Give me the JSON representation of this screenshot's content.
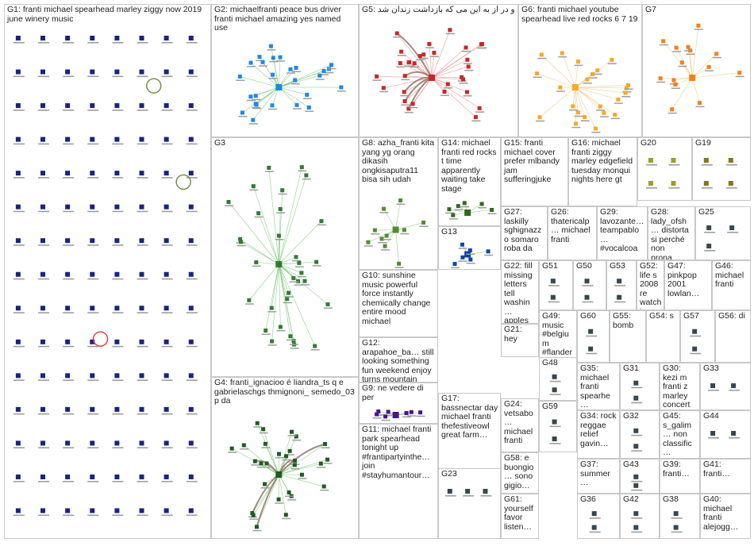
{
  "colors": {
    "G1": "#1a237e",
    "G2": "#1e88e5",
    "G3": "#2e7d32",
    "G4": "#1b5e20",
    "G5": "#c62828",
    "G6": "#f9a825",
    "G7": "#f57f17",
    "G8": "#558b2f",
    "G9": "#4a148c",
    "G10": "#283593",
    "G11": "#1565c0",
    "G12": "#6a1b9a",
    "G13": "#0d47a1",
    "G14": "#33691e",
    "G15": "#1a237e",
    "G16": "#ad1457",
    "G17": "#2e7d32",
    "G18": "#6a1b9a",
    "G19": "#827717",
    "G20": "#9e9d24",
    "edge_green": "#6abf69",
    "edge_brown": "#8d6e63",
    "edge_red": "#e57373",
    "border": "#c8c8c8"
  },
  "groups": [
    {
      "id": "G1",
      "title": "G1: franti michael spearhead marley ziggy now 2019 june winery music",
      "layout": "grid",
      "nodes": 120,
      "icon": "twitter-avatar-icon"
    },
    {
      "id": "G2",
      "title": "G2: michaelfranti peace bus driver franti michael amazing yes named use",
      "layout": "hub",
      "nodes": 26
    },
    {
      "id": "G5",
      "title": "G5: و در از به این می که بازداشت زندان شد",
      "layout": "hub",
      "nodes": 30
    },
    {
      "id": "G6",
      "title": "G6: franti michael youtube spearhead live red rocks 6 7 19",
      "layout": "hub",
      "nodes": 22
    },
    {
      "id": "G7",
      "title": "G7",
      "layout": "hub",
      "nodes": 14
    },
    {
      "id": "G3",
      "title": "G3",
      "layout": "hub",
      "nodes": 32
    },
    {
      "id": "G8",
      "title": "G8: azha_franti kita yang yg orang dikasih ongkisaputra11 bisa sih udah",
      "layout": "hub",
      "nodes": 10
    },
    {
      "id": "G14",
      "title": "G14: michael franti red rocks t time apparently waiting take stage",
      "layout": "hub",
      "nodes": 6
    },
    {
      "id": "G15",
      "title": "G15: franti michael cover prefer mlbandy jam sufferingjuke",
      "layout": "none",
      "nodes": 0
    },
    {
      "id": "G16",
      "title": "G16: michael franti ziggy marley edgefield tuesday monqui nights here gt",
      "layout": "none",
      "nodes": 0
    },
    {
      "id": "G20",
      "title": "G20",
      "layout": "grid",
      "nodes": 4
    },
    {
      "id": "G19",
      "title": "G19",
      "layout": "grid",
      "nodes": 4
    },
    {
      "id": "G13",
      "title": "G13",
      "layout": "hub",
      "nodes": 6
    },
    {
      "id": "G27",
      "title": "G27: laskilly sghignazzo somaro roba da",
      "layout": "none",
      "nodes": 0
    },
    {
      "id": "G26",
      "title": "G26: thatericalp… michael franti",
      "layout": "none",
      "nodes": 0
    },
    {
      "id": "G29",
      "title": "G29: lavozante… teampablo… #vocalcoa…",
      "layout": "none",
      "nodes": 0
    },
    {
      "id": "G28",
      "title": "G28: lady_ofsh… distorta si perché non prona…",
      "layout": "none",
      "nodes": 0
    },
    {
      "id": "G25",
      "title": "G25",
      "layout": "grid",
      "nodes": 3
    },
    {
      "id": "G10",
      "title": "G10: sunshine music powerful force instantly chemically change entire mood michael",
      "layout": "hub",
      "nodes": 4
    },
    {
      "id": "G22",
      "title": "G22: fill missing letters tell washin… apples…",
      "layout": "none",
      "nodes": 0
    },
    {
      "id": "G51",
      "title": "G51",
      "layout": "grid",
      "nodes": 2
    },
    {
      "id": "G50",
      "title": "G50",
      "layout": "grid",
      "nodes": 2
    },
    {
      "id": "G53",
      "title": "G53",
      "layout": "grid",
      "nodes": 2
    },
    {
      "id": "G52",
      "title": "G52: life s 2008 re watchi…",
      "layout": "none",
      "nodes": 0
    },
    {
      "id": "G47",
      "title": "G47: pinkpop 2001 lowlan…",
      "layout": "none",
      "nodes": 0
    },
    {
      "id": "G46",
      "title": "G46: michael franti",
      "layout": "none",
      "nodes": 0
    },
    {
      "id": "G12",
      "title": "G12: arapahoe_ba… still looking something fun weekend enjoy turns mountain during",
      "layout": "hub",
      "nodes": 3
    },
    {
      "id": "G21",
      "title": "G21: hey",
      "layout": "none",
      "nodes": 0
    },
    {
      "id": "G49",
      "title": "G49: music #belgium #flander…",
      "layout": "none",
      "nodes": 0
    },
    {
      "id": "G60",
      "title": "G60",
      "layout": "grid",
      "nodes": 2
    },
    {
      "id": "G55",
      "title": "G55: bomb",
      "layout": "none",
      "nodes": 0
    },
    {
      "id": "G54",
      "title": "G54: s",
      "layout": "none",
      "nodes": 0
    },
    {
      "id": "G57",
      "title": "G57",
      "layout": "grid",
      "nodes": 2
    },
    {
      "id": "G56",
      "title": "G56: di",
      "layout": "none",
      "nodes": 0
    },
    {
      "id": "G48",
      "title": "G48",
      "layout": "grid",
      "nodes": 2
    },
    {
      "id": "G9",
      "title": "G9: ne vedere di per",
      "layout": "hub",
      "nodes": 7
    },
    {
      "id": "G35",
      "title": "G35: michael franti spearhe…",
      "layout": "none",
      "nodes": 0
    },
    {
      "id": "G31",
      "title": "G31",
      "layout": "grid",
      "nodes": 2
    },
    {
      "id": "G30",
      "title": "G30: kezi m franti z marley concert…",
      "layout": "none",
      "nodes": 0
    },
    {
      "id": "G33",
      "title": "G33",
      "layout": "grid",
      "nodes": 2
    },
    {
      "id": "G4",
      "title": "G4: franti_ignacioo é liandra_ts q e gabrielaschgs thmignoni_ semedo_03 p da",
      "layout": "hub",
      "nodes": 28
    },
    {
      "id": "G17",
      "title": "G17: bassnectar day michael franti thefestiveowl great farm…",
      "layout": "none",
      "nodes": 0
    },
    {
      "id": "G24",
      "title": "G24: vetsabo… michael franti",
      "layout": "none",
      "nodes": 0
    },
    {
      "id": "G59",
      "title": "G59",
      "layout": "grid",
      "nodes": 2
    },
    {
      "id": "G34",
      "title": "G34: rock reggae relief gavin…",
      "layout": "none",
      "nodes": 0
    },
    {
      "id": "G32",
      "title": "G32",
      "layout": "grid",
      "nodes": 2
    },
    {
      "id": "G45",
      "title": "G45: s_galim… non classific…",
      "layout": "none",
      "nodes": 0
    },
    {
      "id": "G44",
      "title": "G44",
      "layout": "grid",
      "nodes": 2
    },
    {
      "id": "G11",
      "title": "G11: michael franti park spearhead tonight up #frantipartyinthe… join #stayhumantour…",
      "layout": "none",
      "nodes": 0
    },
    {
      "id": "G23",
      "title": "G23",
      "layout": "grid",
      "nodes": 3
    },
    {
      "id": "G58",
      "title": "G58: e buongio… sono gigio…",
      "layout": "none",
      "nodes": 0
    },
    {
      "id": "G37",
      "title": "G37: summer…",
      "layout": "none",
      "nodes": 0
    },
    {
      "id": "G43",
      "title": "G43",
      "layout": "grid",
      "nodes": 2
    },
    {
      "id": "G39",
      "title": "G39: franti…",
      "layout": "none",
      "nodes": 0
    },
    {
      "id": "G41",
      "title": "G41: franti…",
      "layout": "none",
      "nodes": 0
    },
    {
      "id": "G18",
      "title": "G18: mesa michael franti spearhead ziggy marley luckymansho… code want win",
      "layout": "hub",
      "nodes": 3
    },
    {
      "id": "G61",
      "title": "G61: yourself favor listen…",
      "layout": "none",
      "nodes": 0
    },
    {
      "id": "G36",
      "title": "G36",
      "layout": "grid",
      "nodes": 2
    },
    {
      "id": "G42",
      "title": "G42",
      "layout": "grid",
      "nodes": 2
    },
    {
      "id": "G38",
      "title": "G38",
      "layout": "grid",
      "nodes": 2
    },
    {
      "id": "G40",
      "title": "G40: michael franti alejogg…",
      "layout": "none",
      "nodes": 0
    }
  ]
}
